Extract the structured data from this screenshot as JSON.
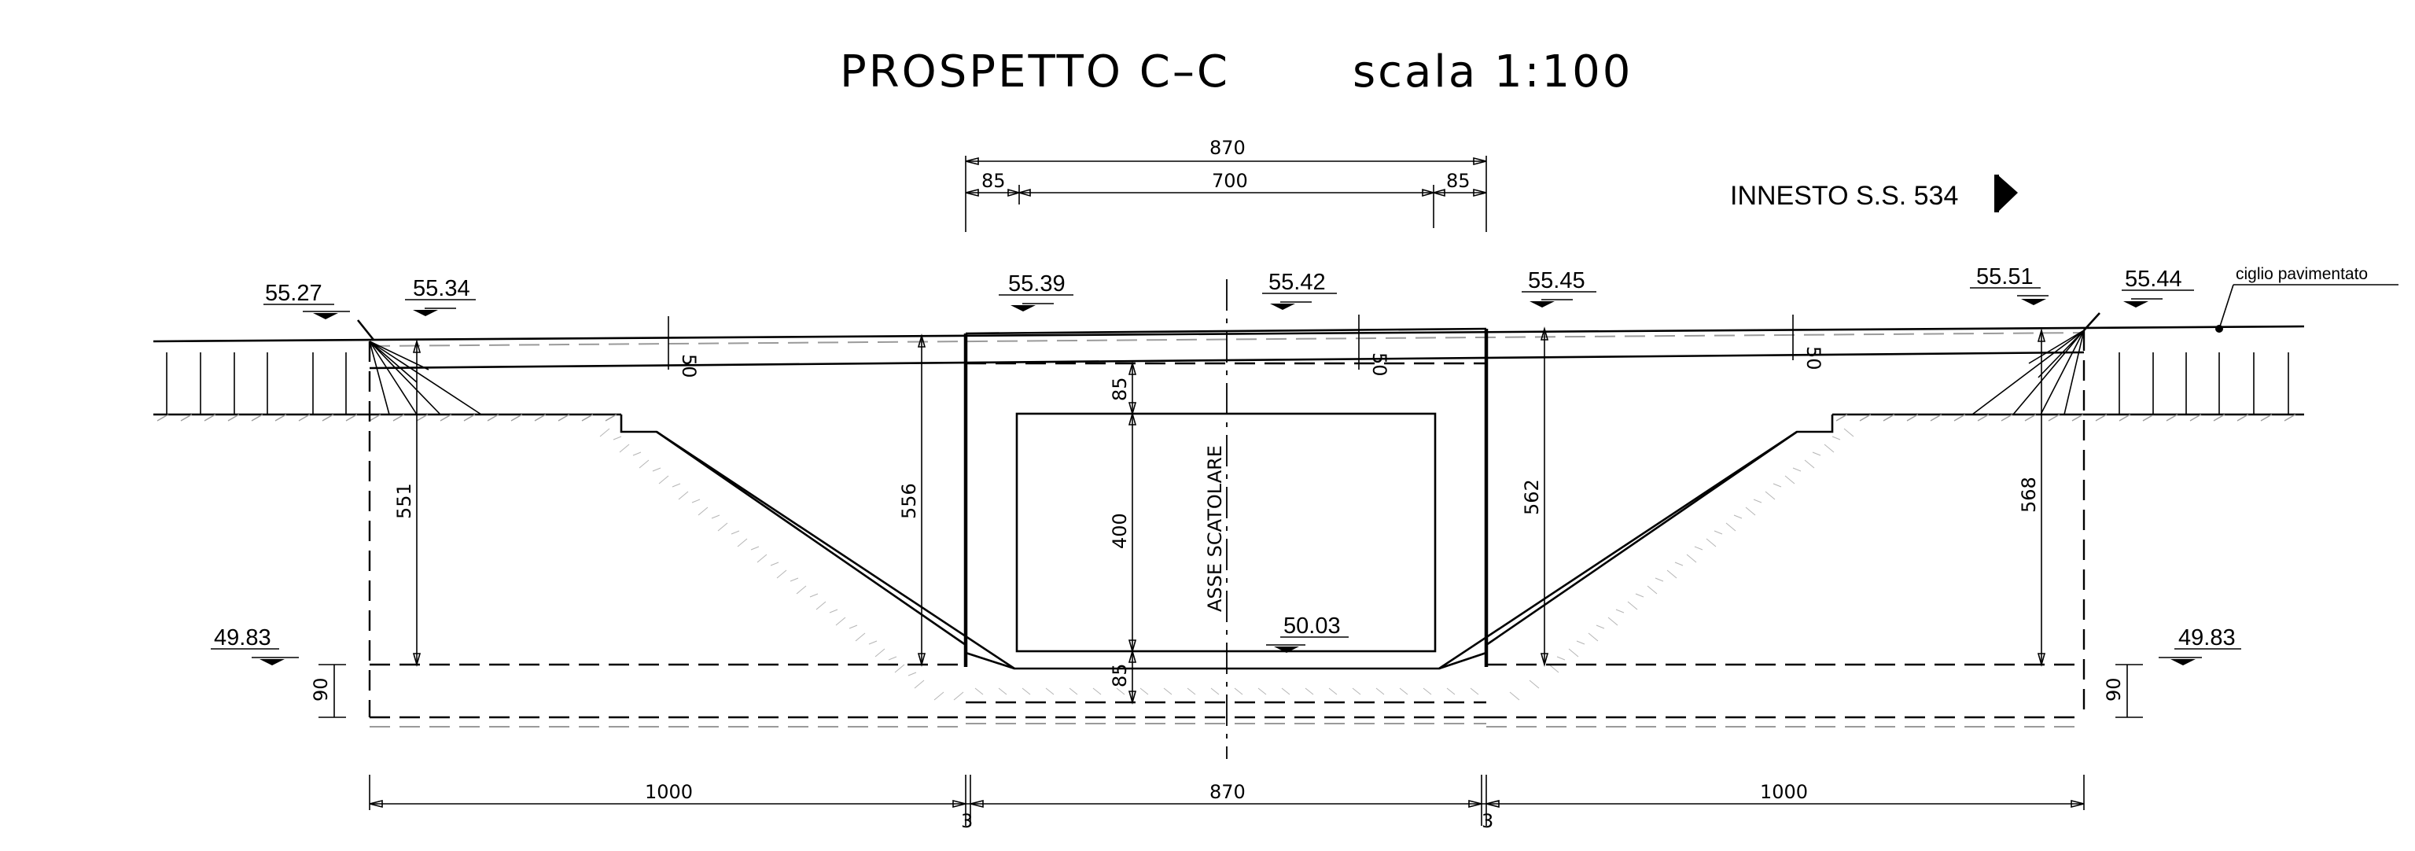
{
  "title": {
    "view": "PROSPETTO C–C",
    "scale": "scala 1:100"
  },
  "innesto_label": "INNESTO S.S. 534",
  "road_edge_note": "ciglio pavimentato",
  "elevations": {
    "left_road_a": "55.27",
    "left_road_b": "55.34",
    "box_left": "55.39",
    "box_center": "55.42",
    "box_right": "55.45",
    "right_road_a": "55.51",
    "right_road_b": "55.44",
    "left_foundation": "49.83",
    "right_foundation": "49.83",
    "box_invert": "50.03"
  },
  "dimensions": {
    "total_width": "870",
    "wall_left": "85",
    "opening": "700",
    "wall_right": "85",
    "pavement_left": "50",
    "pavement_center": "50",
    "pavement_right": "50",
    "top_slab": "85",
    "opening_height": "400",
    "bottom_slab": "85",
    "height_left_wing": "551",
    "height_left_wall": "556",
    "height_right_wall": "562",
    "height_right_wing": "568",
    "footing_left": "90",
    "footing_right": "90",
    "bottom_left_span": "1000",
    "bottom_center_span": "870",
    "bottom_right_span": "1000",
    "joint_left": "3",
    "joint_right": "3"
  },
  "axis_label": "ASSE SCATOLARE"
}
